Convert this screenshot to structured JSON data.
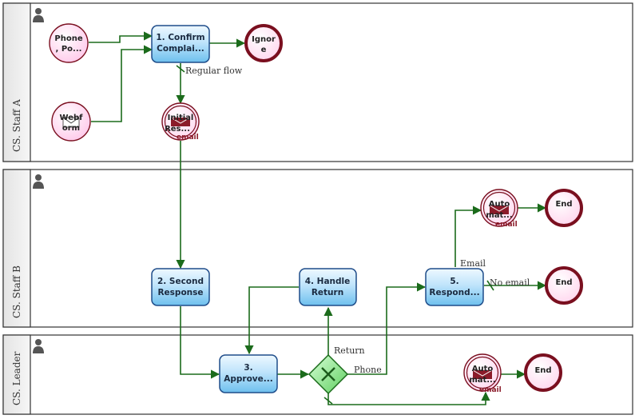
{
  "lanes": [
    {
      "id": "lane-a",
      "label": "CS. Staff A"
    },
    {
      "id": "lane-b",
      "label": "CS. Staff B"
    },
    {
      "id": "lane-c",
      "label": "CS. Leader"
    }
  ],
  "tasks": [
    {
      "id": "t1",
      "lines": [
        "1. Confirm",
        "Complai..."
      ]
    },
    {
      "id": "t2",
      "lines": [
        "2. Second",
        "Response"
      ]
    },
    {
      "id": "t3",
      "lines": [
        "3.",
        "Approve..."
      ]
    },
    {
      "id": "t4",
      "lines": [
        "4. Handle",
        "Return"
      ]
    },
    {
      "id": "t5",
      "lines": [
        "5.",
        "Respond..."
      ]
    }
  ],
  "start_events": [
    {
      "id": "s-phone",
      "lines": [
        "Phone",
        ", Po..."
      ]
    },
    {
      "id": "s-webform",
      "lines": [
        "Webf",
        "orm"
      ]
    }
  ],
  "end_events": [
    {
      "id": "e-ignore",
      "lines": [
        "Ignor",
        "e"
      ]
    },
    {
      "id": "e-end-1",
      "lines": [
        "End"
      ]
    },
    {
      "id": "e-end-2",
      "lines": [
        "End"
      ]
    },
    {
      "id": "e-end-3",
      "lines": [
        "End"
      ]
    }
  ],
  "message_events": [
    {
      "id": "m-initial",
      "lines": [
        "Initial",
        "Res..."
      ],
      "badge": "email"
    },
    {
      "id": "m-auto-1",
      "lines": [
        "Auto",
        "mat..."
      ],
      "badge": "email"
    },
    {
      "id": "m-auto-2",
      "lines": [
        "Auto",
        "mat..."
      ],
      "badge": "email"
    }
  ],
  "flow_labels": [
    {
      "id": "fl-regular",
      "text": "Regular flow"
    },
    {
      "id": "fl-email",
      "text": "Email"
    },
    {
      "id": "fl-noemail",
      "text": "No email"
    },
    {
      "id": "fl-return",
      "text": "Return"
    },
    {
      "id": "fl-phone",
      "text": "Phone"
    }
  ],
  "colors": {
    "flow": "#1b6b1b",
    "task_border": "#1f4d8a",
    "task_fill_top": "#eaf6ff",
    "task_fill_bottom": "#7fc9f2",
    "event_border": "#7a0f1f",
    "start_fill": "#ffe6f5",
    "gateway_fill": "#8fe08f",
    "lane_header": "#ececec"
  }
}
